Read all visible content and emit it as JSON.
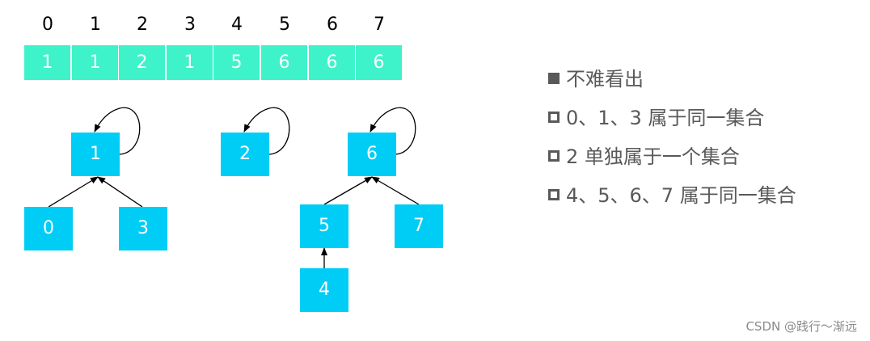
{
  "array": {
    "indices": [
      "0",
      "1",
      "2",
      "3",
      "4",
      "5",
      "6",
      "7"
    ],
    "values": [
      "1",
      "1",
      "2",
      "1",
      "5",
      "6",
      "6",
      "6"
    ]
  },
  "trees": {
    "nodes": {
      "n1": "1",
      "n0": "0",
      "n3": "3",
      "n2": "2",
      "n6": "6",
      "n5": "5",
      "n7": "7",
      "n4": "4"
    }
  },
  "notes": [
    {
      "bullet": "filled",
      "text": "不难看出"
    },
    {
      "bullet": "hollow",
      "text": "0、1、3 属于同一集合"
    },
    {
      "bullet": "hollow",
      "text": "2 单独属于一个集合"
    },
    {
      "bullet": "hollow",
      "text": "4、5、6、7 属于同一集合"
    }
  ],
  "watermark": "CSDN @践行～渐远",
  "colors": {
    "array_cell": "#3ef3c9",
    "tree_node": "#00cdf6",
    "note_text": "#595959"
  }
}
